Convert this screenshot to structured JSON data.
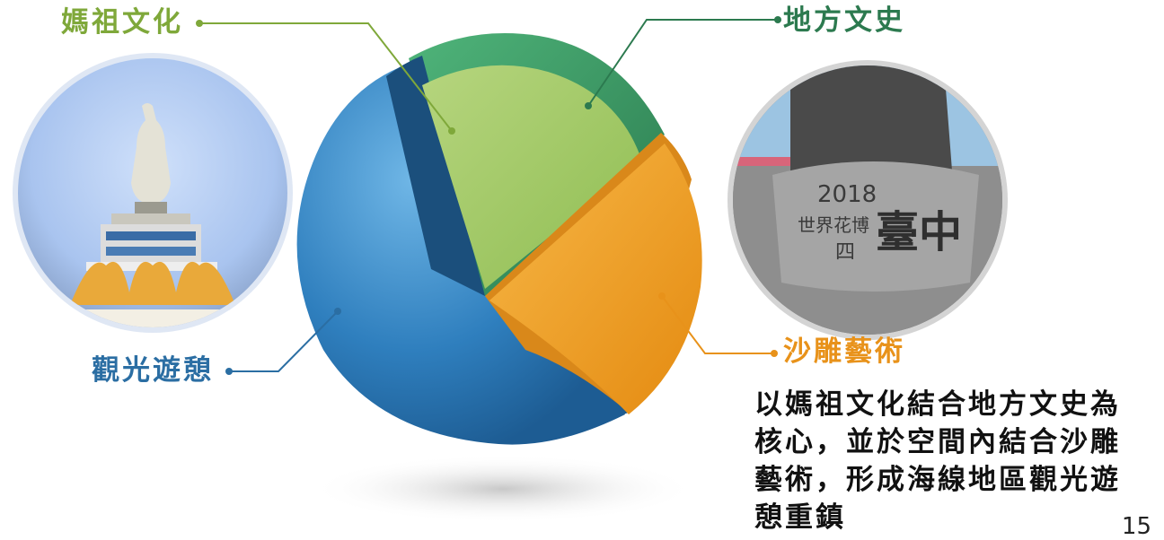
{
  "labels": {
    "mazu": "媽祖文化",
    "local_history": "地方文史",
    "sand_art": "沙雕藝術",
    "tourism": "觀光遊憩"
  },
  "photo_right": {
    "year": "2018",
    "line2": "世界花博",
    "line3": "四",
    "big": "臺中"
  },
  "description": "以媽祖文化結合地方文史為核心，並於空間內結合沙雕藝術，形成海線地區觀光遊憩重鎮",
  "page_number": "15",
  "colors": {
    "mazu": "#7fa83a",
    "local_history": "#2c7a4f",
    "sand_art": "#e8921a",
    "tourism": "#2b6ea3",
    "sphere_blue": "#3d8cc8",
    "inner_green": "#9cc660",
    "ring_green": "#3f9e6a",
    "orange": "#f2a22a"
  },
  "icons": [
    "mazu-statue-photo",
    "sand-sculpture-photo"
  ]
}
